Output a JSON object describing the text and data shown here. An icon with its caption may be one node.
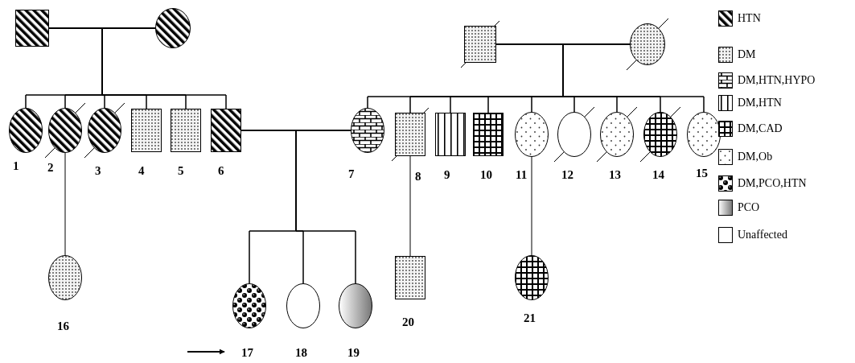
{
  "diagram": {
    "nodes": [
      {
        "text": [],
        "shape": "box"
      },
      {
        "text": [],
        "shape": "circle"
      },
      {
        "text": [],
        "shape": "box"
      },
      {
        "text": [],
        "shape": "circle"
      },
      {
        "text": [],
        "shape": "circle",
        "beside": [
          "1"
        ]
      },
      {
        "text": [],
        "shape": "circle",
        "beside": [
          "2"
        ]
      },
      {
        "text": [],
        "shape": "circle",
        "beside": [
          "3"
        ]
      },
      {
        "text": [],
        "shape": "box",
        "beside": [
          "4"
        ]
      },
      {
        "text": [],
        "shape": "box",
        "beside": [
          "5"
        ]
      },
      {
        "text": [],
        "shape": "box",
        "beside": [
          "6"
        ]
      },
      {
        "text": [],
        "shape": "circle",
        "beside": [
          "7"
        ]
      },
      {
        "text": [],
        "shape": "box",
        "beside": [
          "8"
        ]
      },
      {
        "text": [],
        "shape": "box",
        "beside": [
          "9"
        ]
      },
      {
        "text": [],
        "shape": "box",
        "beside": [
          "10"
        ]
      },
      {
        "text": [],
        "shape": "circle",
        "beside": [
          "11"
        ]
      },
      {
        "text": [],
        "shape": "circle",
        "beside": [
          "12"
        ]
      },
      {
        "text": [],
        "shape": "circle",
        "beside": [
          "13"
        ]
      },
      {
        "text": [],
        "shape": "circle",
        "beside": [
          "14"
        ]
      },
      {
        "text": [],
        "shape": "circle",
        "beside": [
          "15"
        ]
      },
      {
        "text": [],
        "shape": "circle",
        "beside": [
          "16"
        ]
      },
      {
        "text": [],
        "shape": "circle",
        "beside": [
          "17"
        ]
      },
      {
        "text": [],
        "shape": "circle",
        "beside": [
          "18"
        ]
      },
      {
        "text": [],
        "shape": "circle",
        "beside": [
          "19"
        ]
      },
      {
        "text": [],
        "shape": "box",
        "beside": [
          "20"
        ]
      },
      {
        "text": [],
        "shape": "circle",
        "beside": [
          "21"
        ]
      }
    ],
    "edges": [
      {
        "from": 0,
        "to": 1,
        "arrow": "none"
      },
      {
        "from": 2,
        "to": 3,
        "arrow": "none"
      },
      {
        "from": 0,
        "to": 4,
        "arrow": "none"
      },
      {
        "from": 1,
        "to": 4,
        "arrow": "none"
      },
      {
        "from": 0,
        "to": 5,
        "arrow": "none"
      },
      {
        "from": 1,
        "to": 5,
        "arrow": "none"
      },
      {
        "from": 0,
        "to": 6,
        "arrow": "none"
      },
      {
        "from": 1,
        "to": 6,
        "arrow": "none"
      },
      {
        "from": 0,
        "to": 7,
        "arrow": "none"
      },
      {
        "from": 1,
        "to": 7,
        "arrow": "none"
      },
      {
        "from": 0,
        "to": 8,
        "arrow": "none"
      },
      {
        "from": 1,
        "to": 8,
        "arrow": "none"
      },
      {
        "from": 0,
        "to": 9,
        "arrow": "none"
      },
      {
        "from": 1,
        "to": 9,
        "arrow": "none"
      },
      {
        "from": 2,
        "to": 10,
        "arrow": "none"
      },
      {
        "from": 3,
        "to": 10,
        "arrow": "none"
      },
      {
        "from": 2,
        "to": 11,
        "arrow": "none"
      },
      {
        "from": 3,
        "to": 11,
        "arrow": "none"
      },
      {
        "from": 2,
        "to": 12,
        "arrow": "none"
      },
      {
        "from": 3,
        "to": 12,
        "arrow": "none"
      },
      {
        "from": 2,
        "to": 13,
        "arrow": "none"
      },
      {
        "from": 3,
        "to": 13,
        "arrow": "none"
      },
      {
        "from": 2,
        "to": 14,
        "arrow": "none"
      },
      {
        "from": 3,
        "to": 14,
        "arrow": "none"
      },
      {
        "from": 2,
        "to": 15,
        "arrow": "none"
      },
      {
        "from": 3,
        "to": 15,
        "arrow": "none"
      },
      {
        "from": 2,
        "to": 16,
        "arrow": "none"
      },
      {
        "from": 3,
        "to": 16,
        "arrow": "none"
      },
      {
        "from": 2,
        "to": 17,
        "arrow": "none"
      },
      {
        "from": 3,
        "to": 17,
        "arrow": "none"
      },
      {
        "from": 2,
        "to": 18,
        "arrow": "none"
      },
      {
        "from": 3,
        "to": 18,
        "arrow": "none"
      },
      {
        "from": 9,
        "to": 10,
        "arrow": "none"
      },
      {
        "from": 9,
        "to": 20,
        "arrow": "none"
      },
      {
        "from": 10,
        "to": 20,
        "arrow": "none"
      },
      {
        "from": 9,
        "to": 21,
        "arrow": "none"
      },
      {
        "from": 10,
        "to": 21,
        "arrow": "none"
      },
      {
        "from": 9,
        "to": 22,
        "arrow": "none"
      },
      {
        "from": 10,
        "to": 22,
        "arrow": "none"
      },
      {
        "from": 5,
        "to": 19,
        "arrow": "none"
      },
      {
        "from": 11,
        "to": 23,
        "arrow": "none"
      },
      {
        "from": 14,
        "to": 24,
        "arrow": "none"
      },
      {
        "from": null,
        "to": 20,
        "arrow": "to"
      }
    ],
    "legend": [
      {
        "text": "HTN"
      },
      {
        "text": "DM"
      },
      {
        "text": "DM,HTN,HYPO"
      },
      {
        "text": "DM,HTN"
      },
      {
        "text": "DM,CAD"
      },
      {
        "text": "DM,Ob"
      },
      {
        "text": "DM,PCO,HTN"
      },
      {
        "text": "PCO"
      },
      {
        "text": "Unaffected"
      }
    ]
  }
}
